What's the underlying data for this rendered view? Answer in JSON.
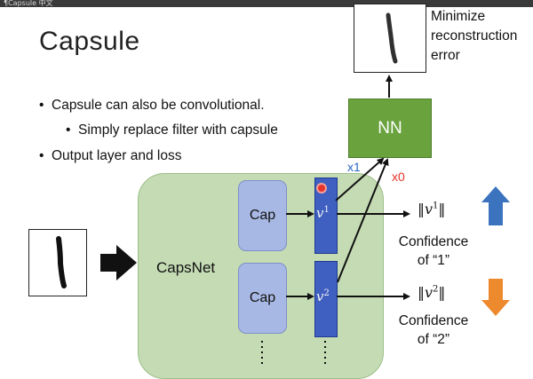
{
  "window": {
    "title": "¶Capsule 中文"
  },
  "slide": {
    "title": "Capsule",
    "bullets": [
      "Capsule can also be convolutional.",
      "Simply replace filter with capsule",
      "Output layer and loss"
    ]
  },
  "diagram": {
    "capsnet_label": "CapsNet",
    "cap_labels": [
      "Cap",
      "Cap"
    ],
    "vectors": [
      {
        "symbol": "v",
        "index": "1"
      },
      {
        "symbol": "v",
        "index": "2"
      }
    ],
    "nn_label": "NN",
    "top_note": [
      "Minimize",
      "reconstruction",
      "error"
    ],
    "confidence": [
      {
        "norm_symbol": "v",
        "norm_index": "1",
        "line1": "Confidence",
        "line2": "of “1”"
      },
      {
        "norm_symbol": "v",
        "norm_index": "2",
        "line1": "Confidence",
        "line2": "of “2”"
      }
    ],
    "mask_labels": {
      "x1": "x1",
      "x0": "x0"
    },
    "colors": {
      "capsnet_bg": "#c4dbb4",
      "cap_bg": "#a8b8e4",
      "vector_bar": "#3f5fc1",
      "nn_bg": "#6aa33e",
      "arrow_up": "#3b73bf",
      "arrow_down": "#ee8a2e",
      "x1_color": "#2a66c4",
      "x0_color": "#e53328"
    },
    "icons": [
      "right-arrow-icon",
      "up-arrow-icon",
      "down-arrow-icon",
      "record-dot-icon"
    ]
  }
}
